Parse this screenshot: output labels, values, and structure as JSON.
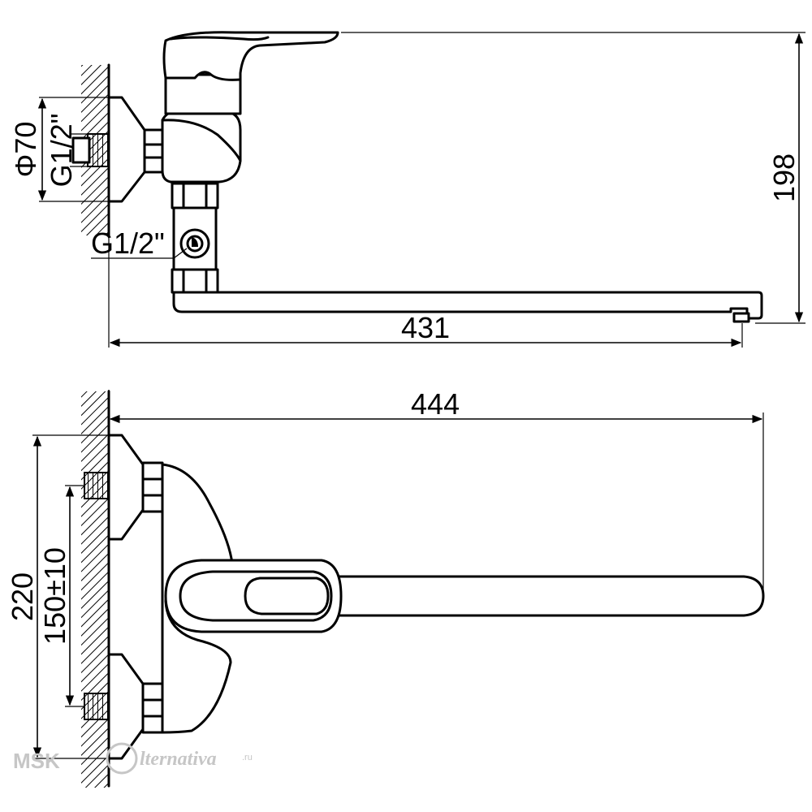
{
  "top_view": {
    "dim_diameter": "Φ70",
    "dim_inlet_thread": "G1/2\"",
    "dim_outlet_thread": "G1/2\"",
    "dim_height": "198",
    "dim_length": "431"
  },
  "front_view": {
    "dim_length": "444",
    "dim_height": "220",
    "dim_centers": "150±10"
  },
  "watermark": {
    "brand_prefix": "MSK",
    "brand_script": "lternativa",
    "brand_suffix": ".ru"
  }
}
